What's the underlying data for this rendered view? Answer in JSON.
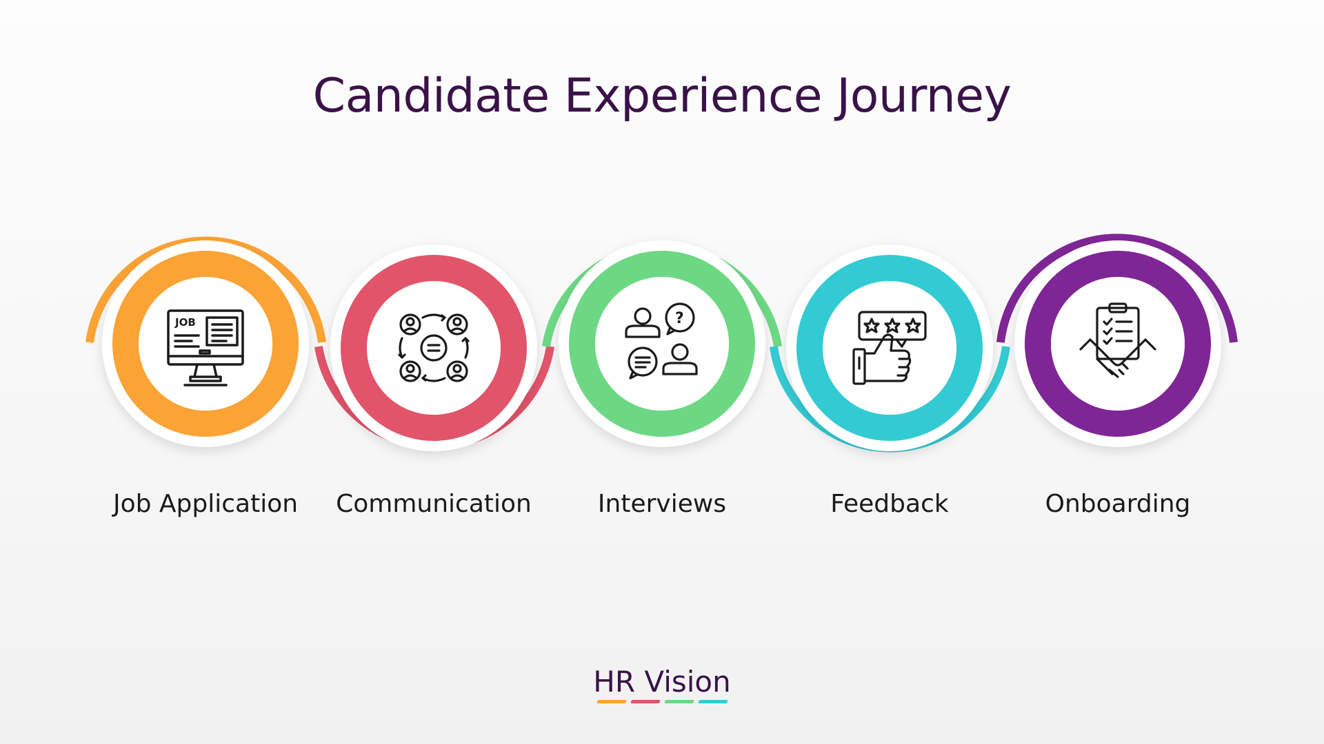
{
  "title": "Candidate Experience Journey",
  "steps": [
    {
      "label": "Job Application",
      "icon": "job-application-computer-icon",
      "color": "#fba334"
    },
    {
      "label": "Communication",
      "icon": "communication-people-cycle-icon",
      "color": "#e2546a"
    },
    {
      "label": "Interviews",
      "icon": "interview-question-chat-icon",
      "color": "#6dd884"
    },
    {
      "label": "Feedback",
      "icon": "feedback-thumbs-up-stars-icon",
      "color": "#33cbd3"
    },
    {
      "label": "Onboarding",
      "icon": "onboarding-clipboard-handshake-icon",
      "color": "#7f2696"
    }
  ],
  "brand": {
    "name": "HR Vision",
    "bar_colors": [
      "#fba334",
      "#e2546a",
      "#6dd884",
      "#33cbd3"
    ]
  }
}
